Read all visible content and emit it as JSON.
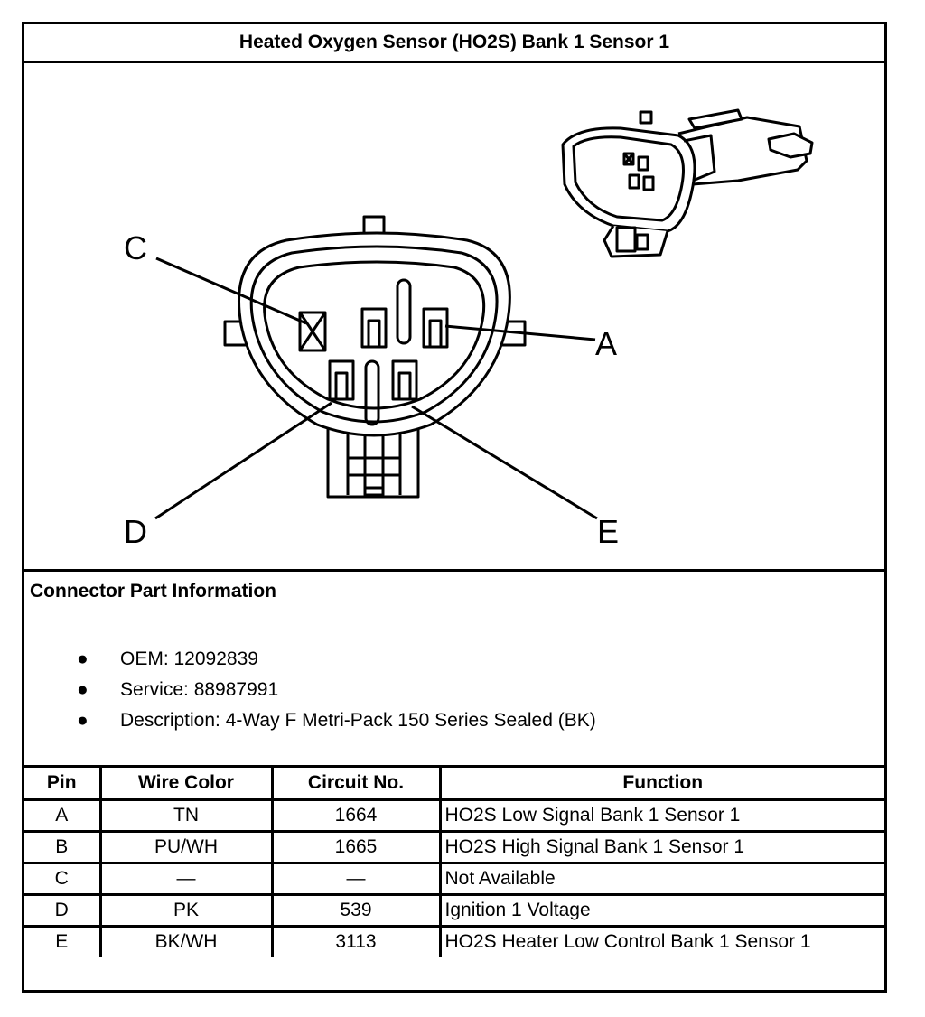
{
  "title": "Heated Oxygen Sensor (HO2S) Bank 1 Sensor 1",
  "diagram": {
    "labels": {
      "c": "C",
      "a": "A",
      "d": "D",
      "e": "E"
    }
  },
  "connector_info": {
    "heading": "Connector Part Information",
    "items": [
      "OEM: 12092839",
      "Service: 88987991",
      "Description: 4-Way F Metri-Pack 150 Series Sealed (BK)"
    ]
  },
  "table": {
    "headers": [
      "Pin",
      "Wire Color",
      "Circuit No.",
      "Function"
    ],
    "rows": [
      [
        "A",
        "TN",
        "1664",
        "HO2S Low Signal Bank 1 Sensor 1"
      ],
      [
        "B",
        "PU/WH",
        "1665",
        "HO2S High Signal Bank 1 Sensor 1"
      ],
      [
        "C",
        "—",
        "—",
        "Not Available"
      ],
      [
        "D",
        "PK",
        "539",
        "Ignition 1 Voltage"
      ],
      [
        "E",
        "BK/WH",
        "3113",
        "HO2S Heater Low Control Bank 1 Sensor 1"
      ]
    ]
  }
}
